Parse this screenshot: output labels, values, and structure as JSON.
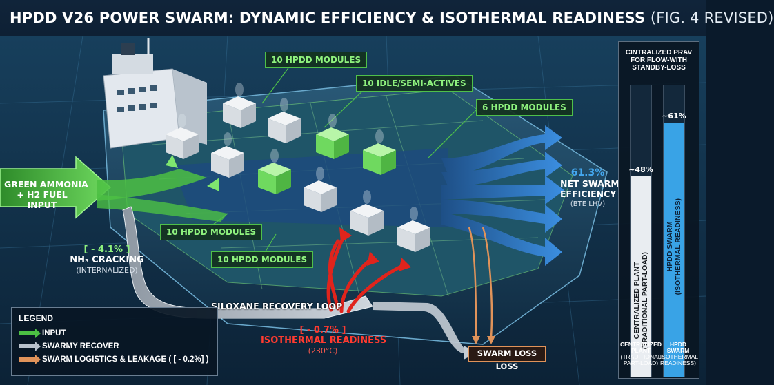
{
  "title": {
    "main": "HPDD V26 POWER SWARM: DYNAMIC EFFICIENCY & ISOTHERMAL READINESS",
    "sub": "(FIG. 4 REVISED)"
  },
  "tags": {
    "top": "10 HPDD MODULES",
    "idle": "10 IDLE/SEMI-ACTIVES",
    "six": "6 HPDD MODULES",
    "left_mid": "10 HPDD MODULES",
    "left_low": "10 HPDD MODULES"
  },
  "input": {
    "line1": "GREEN AMMONIA",
    "line2": "+ H2 FUEL",
    "line3": "INPUT"
  },
  "cracking": {
    "loss": "[ - 4.1% ]",
    "name": "NH₃ CRACKING",
    "note": "(INTERNALIZED)"
  },
  "loop": {
    "label": "SILOXANE RECOVERY LOOP"
  },
  "isothermal": {
    "loss": "[ - 0.7% ]",
    "name": "ISOTHERMAL READINESS",
    "note": "(230°C)"
  },
  "swarm_loss": {
    "label": "SWARM LOSS LOSS"
  },
  "efficiency": {
    "value": "61.3%",
    "line1": "NET SWARM",
    "line2": "EFFICIENCY",
    "note": "(BTE LHV)"
  },
  "legend": {
    "heading": "LEGEND",
    "items": [
      {
        "label": "INPUT",
        "color": "#4cc043"
      },
      {
        "label": "SWARMY RECOVER",
        "color": "#b9c2cc"
      },
      {
        "label": "SWARM LOGISTICS & LEAKAGE ( [ - 0.2%] )",
        "color": "#e0935a"
      }
    ]
  },
  "panel": {
    "h1": "CINTRALIZED PRAV",
    "h2": "FOR FLOW-WITH",
    "h3": "STANDBY-LOSS",
    "bars": [
      {
        "value_label": "~48%",
        "value": 48,
        "vlabel1": "CENTRALIZED PLANT",
        "vlabel2": "(TRADITIONAL PART-LOAD)",
        "f1": "CENTRALIZED",
        "f2": "PLANT",
        "f3": "(TRADITIONAL",
        "f4": "PART-LOAD)",
        "color": "#e9edf1"
      },
      {
        "value_label": "~61%",
        "value": 61,
        "vlabel1": "HPDD SWARM",
        "vlabel2": "(ISOTHERMAL READINESS)",
        "f1": "HPDD",
        "f2": "SWARM",
        "f3": "(ISOTHERMAL",
        "f4": "READINESS)",
        "color": "#39a3e6"
      }
    ]
  },
  "colors": {
    "ocean": "#123550",
    "hull": "#1b3e58",
    "deck": "#1e5a6d",
    "green": "#4cc043",
    "blue": "#2f7fd0",
    "red": "#e0241c",
    "gray": "#b9c2cc"
  }
}
